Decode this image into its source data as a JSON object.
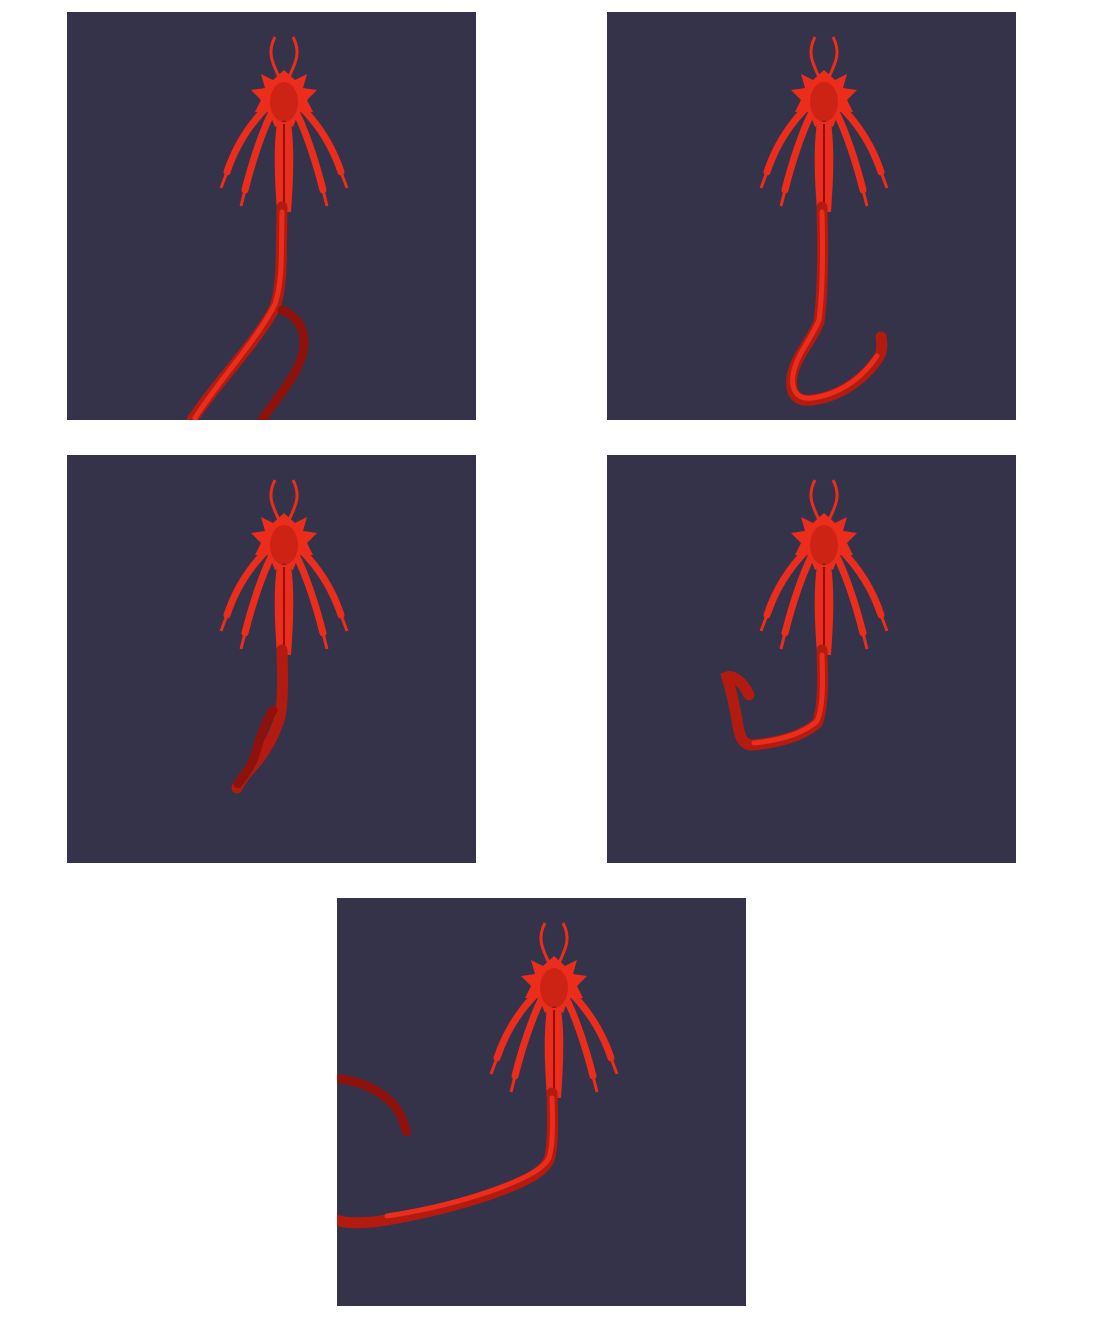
{
  "colors": {
    "background": "#34334a",
    "creature": "#ec2d1c",
    "creature_shadow": "#b31b10",
    "tail_dark": "#8e110b",
    "highlight": "#ff8a78"
  },
  "panels": [
    {
      "name": "render-panel-1",
      "pose": "tail-looped-down-left"
    },
    {
      "name": "render-panel-2",
      "pose": "tail-hook-right"
    },
    {
      "name": "render-panel-3",
      "pose": "tail-short-curl-left"
    },
    {
      "name": "render-panel-4",
      "pose": "tail-hook-left"
    },
    {
      "name": "render-panel-5",
      "pose": "tail-long-sweep-left"
    }
  ]
}
